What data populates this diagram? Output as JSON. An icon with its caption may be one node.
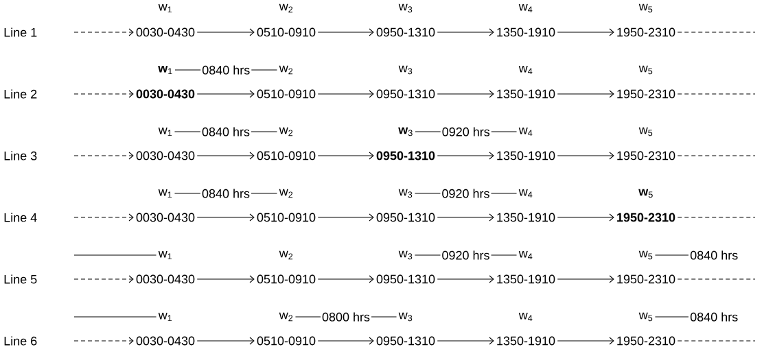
{
  "diagram": {
    "nodes": [
      {
        "text": [
          "w$_{1}$"
        ]
      },
      {
        "text": [
          "w$_{2}$"
        ]
      },
      {
        "text": [
          "w$_{3}$"
        ]
      },
      {
        "text": [
          "w$_{4}$"
        ]
      },
      {
        "text": [
          "w$_{5}$"
        ]
      },
      {
        "text": [
          "0030-0430"
        ]
      },
      {
        "text": [
          "0510-0910"
        ]
      },
      {
        "text": [
          "0950-1310"
        ]
      },
      {
        "text": [
          "1350-1910"
        ]
      },
      {
        "text": [
          "1950-2310"
        ]
      },
      {
        "text": [
          "**w**$_{1}$"
        ]
      },
      {
        "text": [
          "w$_{2}$"
        ]
      },
      {
        "text": [
          "w$_{3}$"
        ]
      },
      {
        "text": [
          "w$_{4}$"
        ]
      },
      {
        "text": [
          "w$_{5}$"
        ]
      },
      {
        "text": [
          "**0030-0430**"
        ]
      },
      {
        "text": [
          "0510-0910"
        ]
      },
      {
        "text": [
          "0950-1310"
        ]
      },
      {
        "text": [
          "1350-1910"
        ]
      },
      {
        "text": [
          "1950-2310"
        ]
      },
      {
        "text": [
          "w$_{1}$"
        ]
      },
      {
        "text": [
          "w$_{2}$"
        ]
      },
      {
        "text": [
          "**w**$_{3}$"
        ]
      },
      {
        "text": [
          "w$_{4}$"
        ]
      },
      {
        "text": [
          "w$_{5}$"
        ]
      },
      {
        "text": [
          "0030-0430"
        ]
      },
      {
        "text": [
          "0510-0910"
        ]
      },
      {
        "text": [
          "**0950-1310**"
        ]
      },
      {
        "text": [
          "1350-1910"
        ]
      },
      {
        "text": [
          "1950-2310"
        ]
      },
      {
        "text": [
          "w$_{1}$"
        ]
      },
      {
        "text": [
          "w$_{2}$"
        ]
      },
      {
        "text": [
          "w$_{3}$"
        ]
      },
      {
        "text": [
          "w$_{4}$"
        ]
      },
      {
        "text": [
          "**w**$_{5}$"
        ]
      },
      {
        "text": [
          "0030-0430"
        ]
      },
      {
        "text": [
          "0510-0910"
        ]
      },
      {
        "text": [
          "0950-1310"
        ]
      },
      {
        "text": [
          "1350-1910"
        ]
      },
      {
        "text": [
          "**1950-2310**"
        ]
      },
      {
        "text": [
          "w$_{1}$"
        ]
      },
      {
        "text": [
          "w$_{2}$"
        ]
      },
      {
        "text": [
          "w$_{3}$"
        ]
      },
      {
        "text": [
          "w$_{4}$"
        ]
      },
      {
        "text": [
          "w$_{5}$"
        ]
      },
      {
        "text": [
          "0030-0430"
        ]
      },
      {
        "text": [
          "0510-0910"
        ]
      },
      {
        "text": [
          "0950-1310"
        ]
      },
      {
        "text": [
          "1350-1910"
        ]
      },
      {
        "text": [
          "1950-2310"
        ]
      },
      {
        "text": [
          "w$_{1}$"
        ]
      },
      {
        "text": [
          "w$_{2}$"
        ]
      },
      {
        "text": [
          "w$_{3}$"
        ]
      },
      {
        "text": [
          "w$_{4}$"
        ]
      },
      {
        "text": [
          "w$_{5}$"
        ]
      },
      {
        "text": [
          "0030-0430"
        ]
      },
      {
        "text": [
          "0510-0910"
        ]
      },
      {
        "text": [
          "0950-1310"
        ]
      },
      {
        "text": [
          "1350-1910"
        ]
      },
      {
        "text": [
          "1950-2310"
        ]
      }
    ],
    "edges": [
      {
        "from": null,
        "to": 5,
        "arrow": "to",
        "style": "dashed"
      },
      {
        "from": 5,
        "to": 6,
        "arrow": "to"
      },
      {
        "from": 6,
        "to": 7,
        "arrow": "to"
      },
      {
        "from": 7,
        "to": 8,
        "arrow": "to"
      },
      {
        "from": 8,
        "to": 9,
        "arrow": "to"
      },
      {
        "from": 9,
        "to": null,
        "arrow": "none",
        "style": "dashed"
      },
      {
        "from": 10,
        "to": 11,
        "arrow": "none",
        "label": "0840 hrs"
      },
      {
        "from": null,
        "to": 15,
        "arrow": "to",
        "style": "dashed"
      },
      {
        "from": 15,
        "to": 16,
        "arrow": "to"
      },
      {
        "from": 16,
        "to": 17,
        "arrow": "to"
      },
      {
        "from": 17,
        "to": 18,
        "arrow": "to"
      },
      {
        "from": 18,
        "to": 19,
        "arrow": "to"
      },
      {
        "from": 19,
        "to": null,
        "arrow": "none",
        "style": "dashed"
      },
      {
        "from": 20,
        "to": 21,
        "arrow": "none",
        "label": "0840 hrs"
      },
      {
        "from": 22,
        "to": 23,
        "arrow": "none",
        "label": "0920 hrs"
      },
      {
        "from": null,
        "to": 25,
        "arrow": "to",
        "style": "dashed"
      },
      {
        "from": 25,
        "to": 26,
        "arrow": "to"
      },
      {
        "from": 26,
        "to": 27,
        "arrow": "to"
      },
      {
        "from": 27,
        "to": 28,
        "arrow": "to"
      },
      {
        "from": 28,
        "to": 29,
        "arrow": "to"
      },
      {
        "from": 29,
        "to": null,
        "arrow": "none",
        "style": "dashed"
      },
      {
        "from": 30,
        "to": 31,
        "arrow": "none",
        "label": "0840 hrs"
      },
      {
        "from": 32,
        "to": 33,
        "arrow": "none",
        "label": "0920 hrs"
      },
      {
        "from": null,
        "to": 35,
        "arrow": "to",
        "style": "dashed"
      },
      {
        "from": 35,
        "to": 36,
        "arrow": "to"
      },
      {
        "from": 36,
        "to": 37,
        "arrow": "to"
      },
      {
        "from": 37,
        "to": 38,
        "arrow": "to"
      },
      {
        "from": 38,
        "to": 39,
        "arrow": "to"
      },
      {
        "from": 39,
        "to": null,
        "arrow": "none",
        "style": "dashed"
      },
      {
        "from": null,
        "to": 40,
        "arrow": "none"
      },
      {
        "from": 42,
        "to": 43,
        "arrow": "none",
        "label": "0920 hrs"
      },
      {
        "from": 44,
        "to": null,
        "arrow": "none",
        "label": "0840 hrs"
      },
      {
        "from": null,
        "to": 45,
        "arrow": "to",
        "style": "dashed"
      },
      {
        "from": 45,
        "to": 46,
        "arrow": "to"
      },
      {
        "from": 46,
        "to": 47,
        "arrow": "to"
      },
      {
        "from": 47,
        "to": 48,
        "arrow": "to"
      },
      {
        "from": 48,
        "to": 49,
        "arrow": "to"
      },
      {
        "from": 49,
        "to": null,
        "arrow": "none",
        "style": "dashed"
      },
      {
        "from": null,
        "to": 50,
        "arrow": "none"
      },
      {
        "from": 51,
        "to": 52,
        "arrow": "none",
        "label": "0800 hrs"
      },
      {
        "from": 54,
        "to": null,
        "arrow": "none",
        "label": "0840 hrs"
      },
      {
        "from": null,
        "to": 55,
        "arrow": "to",
        "style": "dashed"
      },
      {
        "from": 55,
        "to": 56,
        "arrow": "to"
      },
      {
        "from": 56,
        "to": 57,
        "arrow": "to"
      },
      {
        "from": 57,
        "to": 58,
        "arrow": "to"
      },
      {
        "from": 58,
        "to": 59,
        "arrow": "to"
      },
      {
        "from": 59,
        "to": null,
        "arrow": "none",
        "style": "dashed"
      }
    ],
    "labels": [
      "Line 1",
      "Line 2",
      "Line 3",
      "Line 4",
      "Line 5",
      "Line 6"
    ]
  }
}
